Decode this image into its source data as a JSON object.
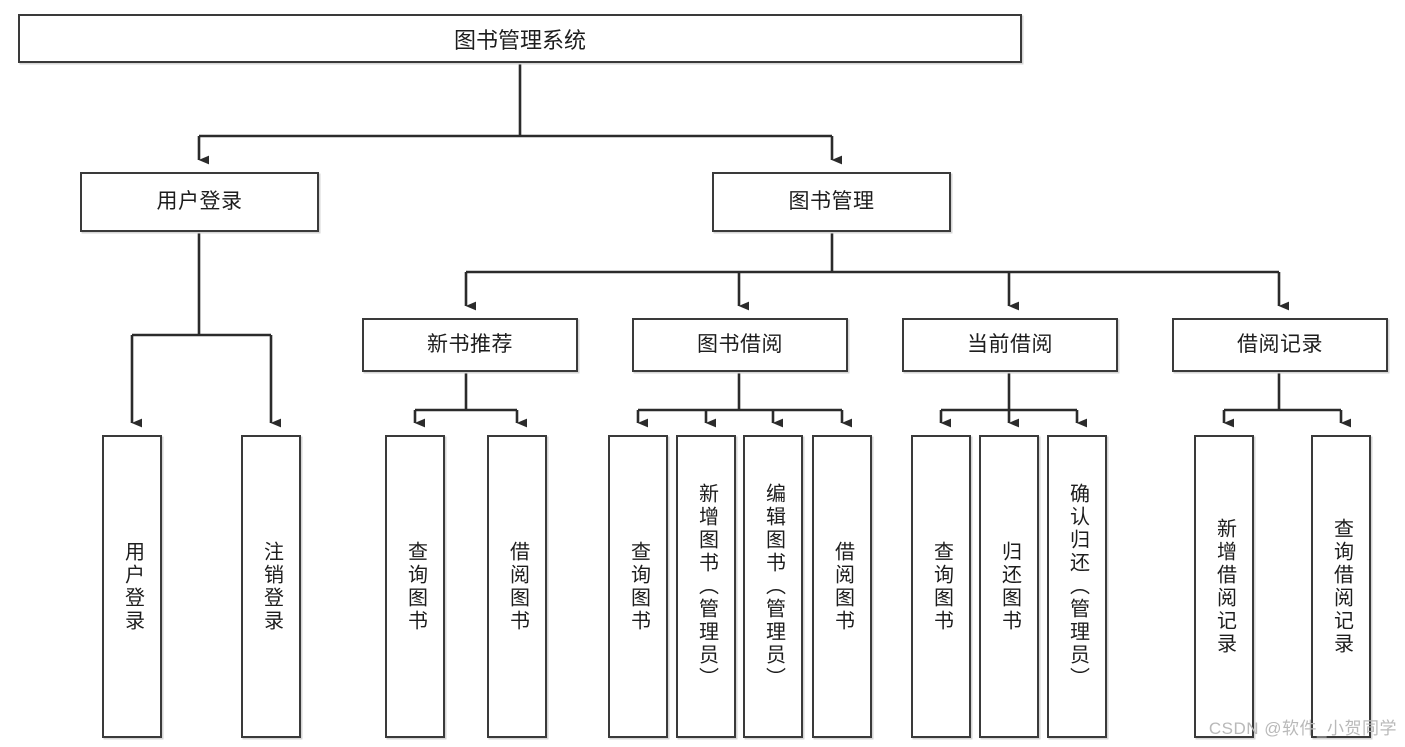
{
  "diagram": {
    "title": "图书管理系统",
    "type": "tree-hierarchy",
    "watermark": "CSDN @软件_小贺同学",
    "colors": {
      "box_border": "#3a3a3a",
      "box_fill": "#ffffff",
      "edge": "#2b2b2b",
      "text": "#1d1d1d",
      "watermark": "#b9b9b9"
    },
    "levels": {
      "root": {
        "label": "图书管理系统"
      },
      "level2": [
        {
          "id": "user-login",
          "label": "用户登录"
        },
        {
          "id": "book-manage",
          "label": "图书管理"
        }
      ],
      "level3": [
        {
          "id": "new-book-rec",
          "label": "新书推荐"
        },
        {
          "id": "book-borrow",
          "label": "图书借阅"
        },
        {
          "id": "current-borrow",
          "label": "当前借阅"
        },
        {
          "id": "borrow-record",
          "label": "借阅记录"
        }
      ],
      "leaves": {
        "user_login": [
          {
            "id": "leaf-user-login",
            "label": "用户登录"
          },
          {
            "id": "leaf-logout",
            "label": "注销登录"
          }
        ],
        "new_book_rec": [
          {
            "id": "leaf-query-book-1",
            "label": "查询图书"
          },
          {
            "id": "leaf-borrow-book-1",
            "label": "借阅图书"
          }
        ],
        "book_borrow": [
          {
            "id": "leaf-query-book-2",
            "label": "查询图书"
          },
          {
            "id": "leaf-add-book",
            "label": "新增图书（管理员）"
          },
          {
            "id": "leaf-edit-book",
            "label": "编辑图书（管理员）"
          },
          {
            "id": "leaf-borrow-book-2",
            "label": "借阅图书"
          }
        ],
        "current_borrow": [
          {
            "id": "leaf-query-book-3",
            "label": "查询图书"
          },
          {
            "id": "leaf-return-book",
            "label": "归还图书"
          },
          {
            "id": "leaf-confirm-return",
            "label": "确认归还（管理员）"
          }
        ],
        "borrow_record": [
          {
            "id": "leaf-add-record",
            "label": "新增借阅记录"
          },
          {
            "id": "leaf-query-record",
            "label": "查询借阅记录"
          }
        ]
      }
    }
  }
}
